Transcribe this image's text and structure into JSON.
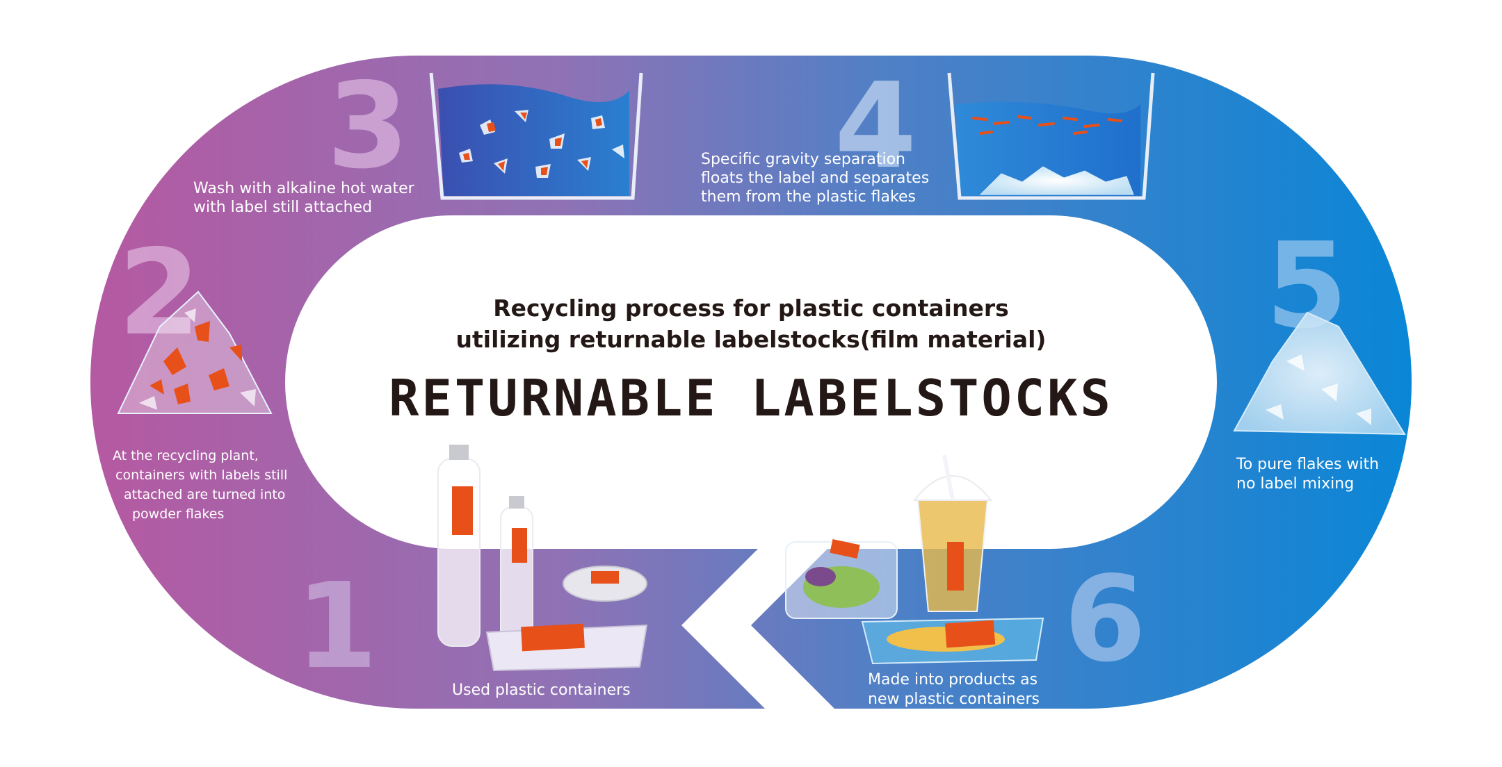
{
  "title": {
    "line1": "Recycling process for plastic containers",
    "line2": "utilizing returnable labelstocks(film material)",
    "main": "RETURNABLE LABELSTOCKS"
  },
  "colors": {
    "purple": "#b05aa3",
    "violet": "#8a6fb3",
    "blue": "#2f7fcf",
    "cyan": "#0a86d6",
    "label_orange": "#e8501a",
    "title_ink": "#231815"
  },
  "steps": [
    {
      "number": "1",
      "caption": [
        "Used plastic containers"
      ]
    },
    {
      "number": "2",
      "caption": [
        "At the recycling plant,",
        "containers with labels still",
        "attached are turned into",
        "powder flakes"
      ]
    },
    {
      "number": "3",
      "caption": [
        "Wash with alkaline hot water",
        "with label still attached"
      ]
    },
    {
      "number": "4",
      "caption": [
        "Specific gravity separation",
        "floats the label and separates",
        "them from the plastic flakes"
      ]
    },
    {
      "number": "5",
      "caption": [
        "To pure flakes with",
        "no label mixing"
      ]
    },
    {
      "number": "6",
      "caption": [
        "Made into products as",
        "new plastic containers"
      ]
    }
  ]
}
